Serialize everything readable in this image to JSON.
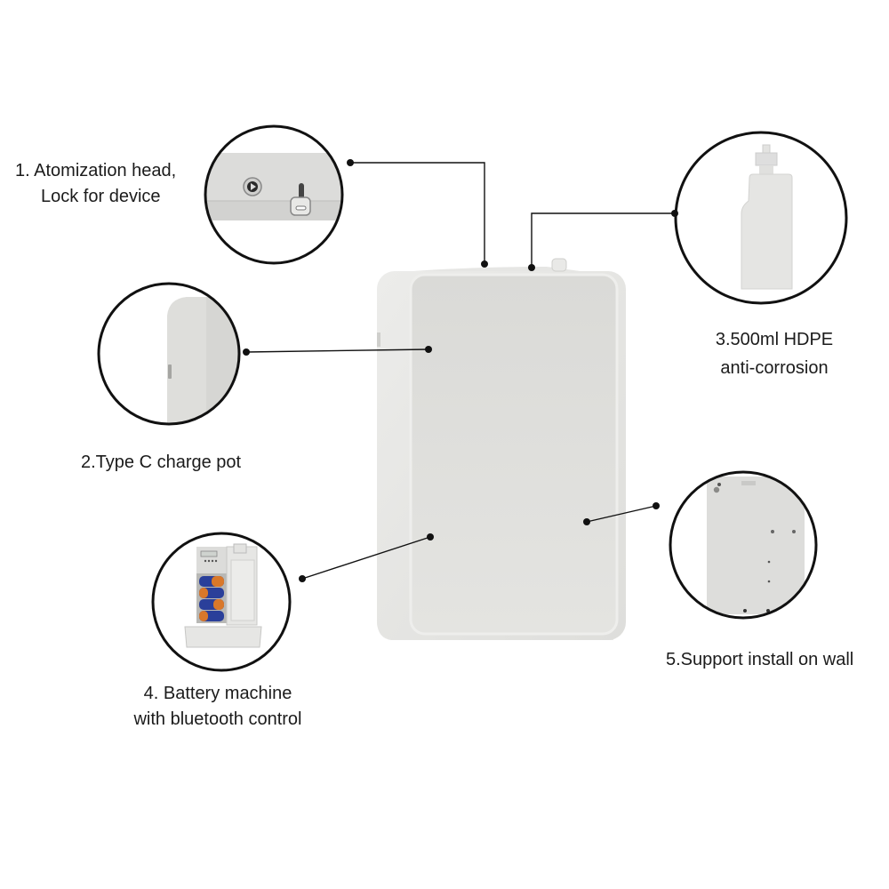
{
  "callouts": [
    {
      "id": 1,
      "line1": "1.  Atomization head,",
      "line2": "Lock for device"
    },
    {
      "id": 2,
      "line1": "2.Type C charge pot"
    },
    {
      "id": 3,
      "line1": "3.500ml HDPE",
      "line2": "anti-corrosion"
    },
    {
      "id": 4,
      "line1": "4. Battery machine",
      "line2": "with bluetooth control"
    },
    {
      "id": 5,
      "line1": "5.Support install on wall"
    }
  ],
  "colors": {
    "background": "#ffffff",
    "device_body": "#e3e3e1",
    "device_face": "#dcdcd9",
    "outline": "#111111",
    "battery_blue": "#2a3f9a",
    "battery_orange": "#d9782a"
  }
}
